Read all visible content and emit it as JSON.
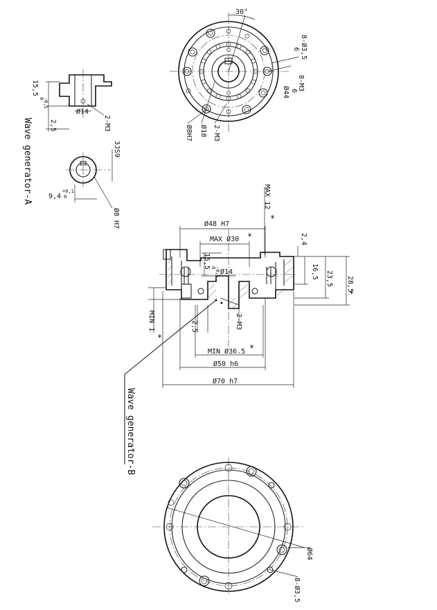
{
  "top_view": {
    "angle": "30°",
    "bolt_holes_a": "8-Ø3,5",
    "bolt_holes_a_depth": "6",
    "tapped_holes": "8-M3",
    "tapped_depth": "6",
    "pcd_small": "Ø44",
    "bore_fit": "Ø8H7",
    "hub_dia": "Ø18",
    "hub_taps": "2-M3"
  },
  "wave_generator_a": {
    "title": "Wave generator-A",
    "dim_height": "15,5",
    "dim_height_tol_upper": "0",
    "dim_height_tol_lower": "-0,1",
    "dia_hub": "Ø14",
    "taps": "2-M3",
    "dim_offset": "2,5",
    "keyway": "3JS9",
    "key_depth": "9,4",
    "key_depth_tol_upper": "+0,1",
    "key_depth_tol_lower": "0",
    "bore": "Ø8 H7"
  },
  "section_view": {
    "max_length": "MAX 12",
    "dia_48": "Ø48 H7",
    "max_bore": "MAX Ø30",
    "dim_24": "2,4",
    "dim_155": "15,5",
    "dim_155_tol_upper": "0",
    "dim_155_tol_lower": "-0,1",
    "dia_14": "Ø14",
    "dim_165": "16,5",
    "dim_235": "23,5",
    "dim_285": "28,5",
    "min_1": "MIN 1",
    "dim_25": "2,5",
    "taps": "2-M3",
    "min_dia": "MIN Ø36.5",
    "dia_50": "Ø50 h6",
    "dia_70": "Ø70 h7",
    "star": "*"
  },
  "wave_generator_b": {
    "title": "Wave generator-B"
  },
  "bottom_view": {
    "pcd": "Ø64",
    "holes": "8-Ø3,5"
  }
}
